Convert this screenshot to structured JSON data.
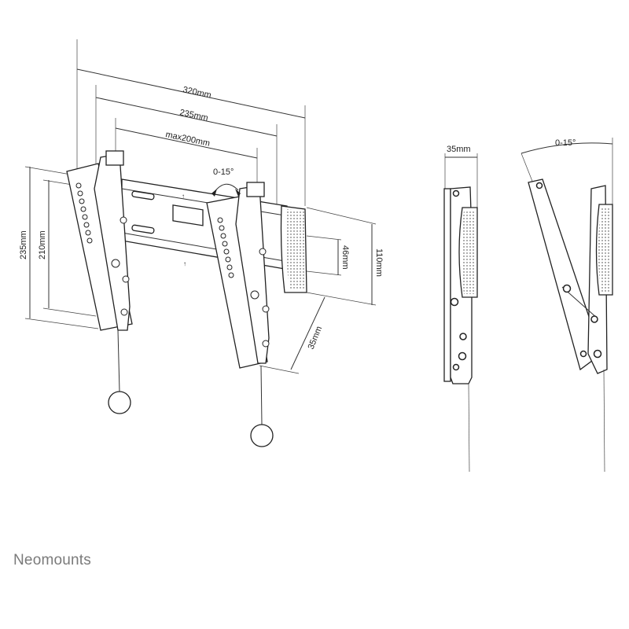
{
  "front_view": {
    "dim_width_outer": "320mm",
    "dim_width_mid": "235mm",
    "dim_width_inner": "max200mm",
    "tilt_range": "0-15°",
    "dim_height_outer": "235mm",
    "dim_height_inner": "210mm",
    "dim_plate_height": "110mm",
    "dim_plate_inner": "46mm",
    "dim_depth": "35mm"
  },
  "side_view": {
    "dim_depth": "35mm",
    "tilt_range": "0-15°"
  },
  "brand": {
    "logo": "Neomounts"
  }
}
